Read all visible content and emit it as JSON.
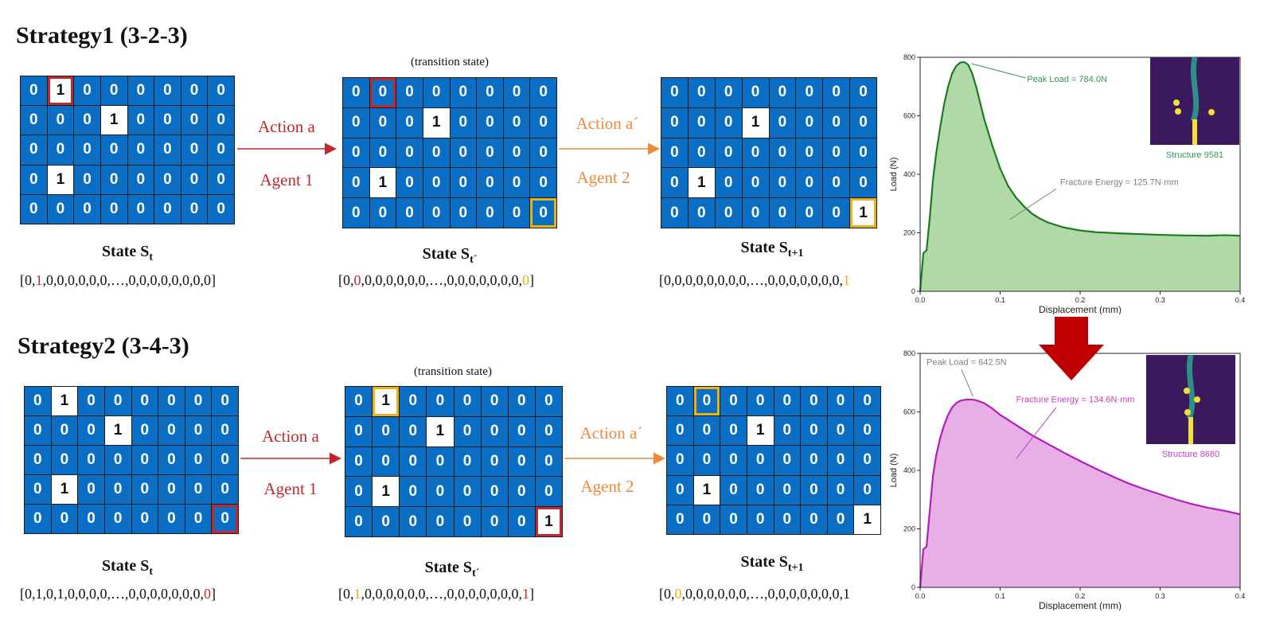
{
  "strategies": [
    {
      "title": "Strategy1 (3-2-3)",
      "transition_label": "(transition state)",
      "action1": "Action a",
      "agent1": "Agent 1",
      "action2": "Action a´",
      "agent2": "Agent 2",
      "state1_label": "State S",
      "state1_sub": "t",
      "state2_label": "State S",
      "state2_sub": "t´",
      "state3_label": "State S",
      "state3_sub": "t+1",
      "vec1": {
        "pre": "[0,",
        "hl": "1",
        "post": ",0,0,0,0,0,0,…,0,0,0,0,0,0,0,0]"
      },
      "vec2": {
        "pre": "[0,",
        "hl": "0",
        "mid": ",0,0,0,0,0,0,…,0,0,0,0,0,0,0,",
        "hl2": "0",
        "post": "]"
      },
      "vec3": {
        "pre": "[0,0,0,0,0,0,0,0,…,0,0,0,0,0,0,0,",
        "hl": "1",
        "post": ""
      },
      "grids": [
        [
          [
            0,
            1,
            0,
            0,
            0,
            0,
            0,
            0
          ],
          [
            0,
            0,
            0,
            1,
            0,
            0,
            0,
            0
          ],
          [
            0,
            0,
            0,
            0,
            0,
            0,
            0,
            0
          ],
          [
            0,
            1,
            0,
            0,
            0,
            0,
            0,
            0
          ],
          [
            0,
            0,
            0,
            0,
            0,
            0,
            0,
            0
          ]
        ],
        [
          [
            0,
            0,
            0,
            0,
            0,
            0,
            0,
            0
          ],
          [
            0,
            0,
            0,
            1,
            0,
            0,
            0,
            0
          ],
          [
            0,
            0,
            0,
            0,
            0,
            0,
            0,
            0
          ],
          [
            0,
            1,
            0,
            0,
            0,
            0,
            0,
            0
          ],
          [
            0,
            0,
            0,
            0,
            0,
            0,
            0,
            0
          ]
        ],
        [
          [
            0,
            0,
            0,
            0,
            0,
            0,
            0,
            0
          ],
          [
            0,
            0,
            0,
            1,
            0,
            0,
            0,
            0
          ],
          [
            0,
            0,
            0,
            0,
            0,
            0,
            0,
            0
          ],
          [
            0,
            1,
            0,
            0,
            0,
            0,
            0,
            0
          ],
          [
            0,
            0,
            0,
            0,
            0,
            0,
            0,
            1
          ]
        ]
      ],
      "highlights": [
        [
          {
            "r": 0,
            "c": 1,
            "color": "red"
          }
        ],
        [
          {
            "r": 0,
            "c": 1,
            "color": "red"
          },
          {
            "r": 4,
            "c": 7,
            "color": "yellow"
          }
        ],
        [
          {
            "r": 4,
            "c": 7,
            "color": "yellow"
          }
        ]
      ]
    },
    {
      "title": "Strategy2 (3-4-3)",
      "transition_label": "(transition state)",
      "action1": "Action a",
      "agent1": "Agent 1",
      "action2": "Action a´",
      "agent2": "Agent 2",
      "state1_label": "State S",
      "state1_sub": "t",
      "state2_label": "State S",
      "state2_sub": "t´",
      "state3_label": "State S",
      "state3_sub": "t+1",
      "vec1": {
        "pre": "[0,1,0,1,0,0,0,0,…,0,0,0,0,0,0,0,",
        "hl": "0",
        "post": "]"
      },
      "vec2": {
        "pre": "[0,",
        "hl": "1",
        "mid": ",0,0,0,0,0,0,…,0,0,0,0,0,0,0,",
        "hl2": "1",
        "post": "]"
      },
      "vec3": {
        "pre": "[0,",
        "hl": "0",
        "post": ",0,0,0,0,0,0,…,0,0,0,0,0,0,0,1"
      },
      "grids": [
        [
          [
            0,
            1,
            0,
            0,
            0,
            0,
            0,
            0
          ],
          [
            0,
            0,
            0,
            1,
            0,
            0,
            0,
            0
          ],
          [
            0,
            0,
            0,
            0,
            0,
            0,
            0,
            0
          ],
          [
            0,
            1,
            0,
            0,
            0,
            0,
            0,
            0
          ],
          [
            0,
            0,
            0,
            0,
            0,
            0,
            0,
            0
          ]
        ],
        [
          [
            0,
            1,
            0,
            0,
            0,
            0,
            0,
            0
          ],
          [
            0,
            0,
            0,
            1,
            0,
            0,
            0,
            0
          ],
          [
            0,
            0,
            0,
            0,
            0,
            0,
            0,
            0
          ],
          [
            0,
            1,
            0,
            0,
            0,
            0,
            0,
            0
          ],
          [
            0,
            0,
            0,
            0,
            0,
            0,
            0,
            1
          ]
        ],
        [
          [
            0,
            0,
            0,
            0,
            0,
            0,
            0,
            0
          ],
          [
            0,
            0,
            0,
            1,
            0,
            0,
            0,
            0
          ],
          [
            0,
            0,
            0,
            0,
            0,
            0,
            0,
            0
          ],
          [
            0,
            1,
            0,
            0,
            0,
            0,
            0,
            0
          ],
          [
            0,
            0,
            0,
            0,
            0,
            0,
            0,
            1
          ]
        ]
      ],
      "highlights": [
        [
          {
            "r": 4,
            "c": 7,
            "color": "red"
          }
        ],
        [
          {
            "r": 0,
            "c": 1,
            "color": "yellow"
          },
          {
            "r": 4,
            "c": 7,
            "color": "red"
          }
        ],
        [
          {
            "r": 0,
            "c": 1,
            "color": "yellow"
          }
        ]
      ]
    }
  ],
  "chart_data": [
    {
      "type": "area",
      "xlabel": "Displacement (mm)",
      "ylabel": "Load (N)",
      "xlim": [
        0,
        0.4
      ],
      "ylim": [
        0,
        800
      ],
      "xticks": [
        "0.0",
        "0.1",
        "0.2",
        "0.3",
        "0.4"
      ],
      "yticks": [
        "0",
        "200",
        "400",
        "600",
        "800"
      ],
      "color": "#1e7a1e",
      "fill": "#b0d9a8",
      "x": [
        0,
        0.004,
        0.008,
        0.012,
        0.016,
        0.02,
        0.025,
        0.03,
        0.035,
        0.04,
        0.045,
        0.05,
        0.055,
        0.06,
        0.065,
        0.07,
        0.075,
        0.08,
        0.09,
        0.1,
        0.11,
        0.12,
        0.13,
        0.14,
        0.15,
        0.16,
        0.18,
        0.2,
        0.22,
        0.25,
        0.28,
        0.3,
        0.33,
        0.36,
        0.38,
        0.4
      ],
      "y": [
        0,
        130,
        140,
        250,
        380,
        470,
        560,
        640,
        700,
        745,
        770,
        782,
        784,
        775,
        745,
        700,
        645,
        590,
        500,
        420,
        360,
        320,
        290,
        265,
        248,
        235,
        218,
        208,
        202,
        198,
        195,
        193,
        191,
        190,
        192,
        190
      ],
      "annotations": [
        {
          "text": "Peak Load = 784.0N",
          "x": 0.06,
          "y": 784,
          "color": "#2e9a55"
        },
        {
          "text": "Fracture Energy = 125.7N·mm",
          "x": 0.11,
          "y": 240,
          "color": "#808080"
        }
      ],
      "inset_label": "Structure 9581",
      "inset_label_color": "#2e9a55"
    },
    {
      "type": "area",
      "xlabel": "Displacement (mm)",
      "ylabel": "Load (N)",
      "xlim": [
        0,
        0.4
      ],
      "ylim": [
        0,
        800
      ],
      "xticks": [
        "0.0",
        "0.1",
        "0.2",
        "0.3",
        "0.4"
      ],
      "yticks": [
        "0",
        "200",
        "400",
        "600",
        "800"
      ],
      "color": "#b020b8",
      "fill": "#e8aee6",
      "x": [
        0,
        0.004,
        0.008,
        0.012,
        0.016,
        0.02,
        0.025,
        0.03,
        0.035,
        0.04,
        0.045,
        0.05,
        0.055,
        0.06,
        0.065,
        0.07,
        0.08,
        0.09,
        0.1,
        0.12,
        0.14,
        0.16,
        0.18,
        0.2,
        0.22,
        0.24,
        0.26,
        0.28,
        0.3,
        0.32,
        0.34,
        0.36,
        0.38,
        0.4
      ],
      "y": [
        0,
        130,
        140,
        260,
        380,
        450,
        510,
        555,
        590,
        615,
        630,
        638,
        641,
        642,
        642,
        640,
        630,
        612,
        590,
        555,
        520,
        490,
        460,
        432,
        405,
        380,
        356,
        336,
        318,
        300,
        285,
        272,
        262,
        250
      ],
      "annotations": [
        {
          "text": "Peak Load = 642.5N",
          "x": 0.065,
          "y": 642,
          "color": "#808080"
        },
        {
          "text": "Fracture Energy = 134.6N·mm",
          "x": 0.12,
          "y": 440,
          "color": "#c040c8"
        }
      ],
      "inset_label": "Structure 8680",
      "inset_label_color": "#c040c8"
    }
  ],
  "colors": {
    "cell_blue": "#0a6fc4",
    "red": "#c0282d",
    "orange": "#ef8a3a",
    "yellow": "#e8b21a",
    "big_arrow": "#c00000"
  }
}
